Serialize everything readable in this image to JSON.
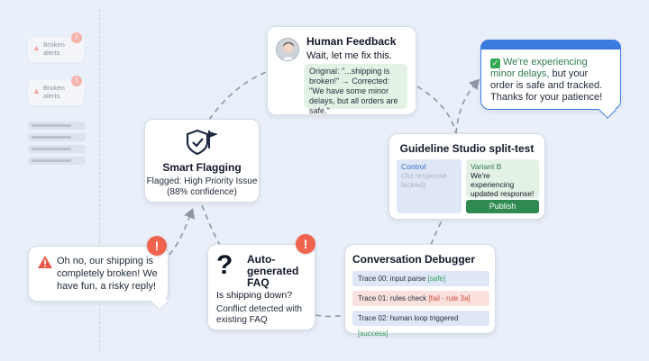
{
  "sidebar": {
    "alerts": [
      {
        "label": "Broken alerts",
        "badge": "!"
      },
      {
        "label": "Broken alerts",
        "badge": "!"
      }
    ]
  },
  "human_feedback": {
    "title": "Human Feedback",
    "subtitle": "Wait, let me fix this.",
    "note": "Original: \"...shipping is broken!\" → Corrected: \"We have some minor delays, but all orders are safe.\""
  },
  "delay_message": {
    "highlight": "We're experiencing minor delays,",
    "rest": " but your order is safe and tracked. Thanks for your patience!",
    "check_glyph": "✓"
  },
  "smart_flagging": {
    "title": "Smart Flagging",
    "description": "Flagged: High Priority Issue (88% confidence)"
  },
  "guideline_studio": {
    "title": "Guideline Studio split-test",
    "control_label": "Control",
    "control_text": "Old response lacked)",
    "variant_label": "Variant B",
    "variant_text": "We're experiencing updated response!",
    "publish_label": "Publish"
  },
  "alert_bubble": {
    "text": "Oh no, our shipping is completely broken! We have fun, a risky reply!",
    "badge": "!"
  },
  "faq": {
    "glyph": "?",
    "title": "Auto-generated FAQ",
    "question": "Is shipping down?",
    "conflict": "Conflict detected with existing FAQ",
    "badge": "!"
  },
  "debugger": {
    "title": "Conversation Debugger",
    "traces": [
      {
        "text": "Trace 00: input parse ",
        "tag": "[safe]",
        "status": "safe",
        "bg": "#dfe7f7"
      },
      {
        "text": "Trace 01: rules check ",
        "tag": "[fail - rule 3a]",
        "status": "fail",
        "bg": "#fbe1dd"
      },
      {
        "text": "Trace 02: human loop triggered ",
        "tag": "[success]",
        "status": "success",
        "bg": "#dfe7f7"
      }
    ]
  },
  "colors": {
    "background": "#eaf0fa",
    "accent_blue": "#3b7be0",
    "success_green": "#2f8a52",
    "alert_red": "#f0634f"
  }
}
